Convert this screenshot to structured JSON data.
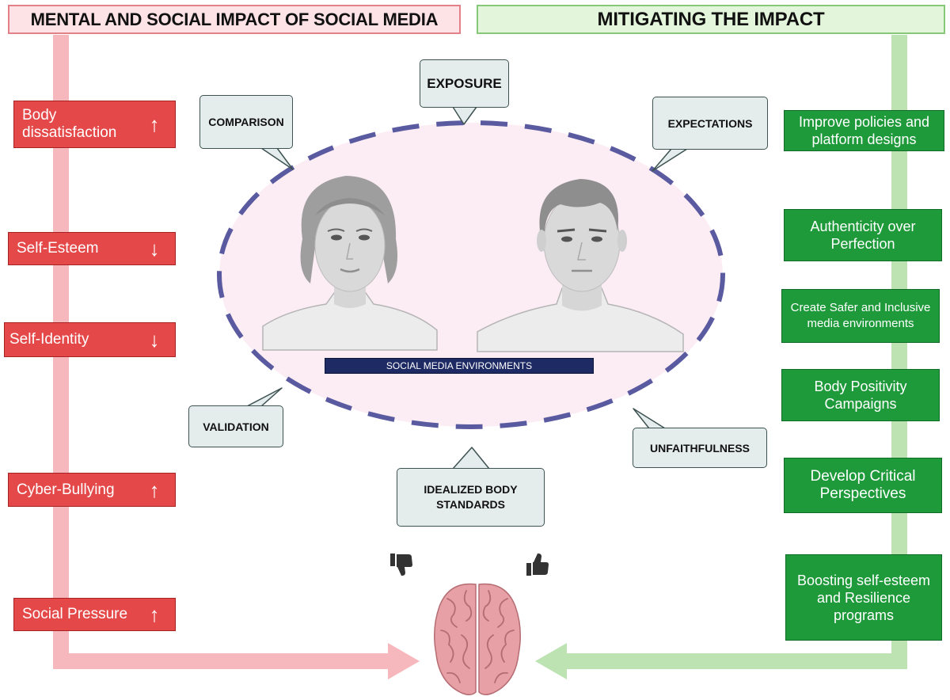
{
  "left_panel": {
    "header": "MENTAL AND SOCIAL IMPACT OF SOCIAL MEDIA",
    "items": [
      {
        "label": "Body dissatisfaction",
        "arrow": "↑",
        "direction": "up"
      },
      {
        "label": "Self-Esteem",
        "arrow": "↓",
        "direction": "down"
      },
      {
        "label": "Self-Identity",
        "arrow": "↓",
        "direction": "down"
      },
      {
        "label": "Cyber-Bullying",
        "arrow": "↑",
        "direction": "up"
      },
      {
        "label": "Social Pressure",
        "arrow": "↑",
        "direction": "up"
      }
    ]
  },
  "right_panel": {
    "header": "MITIGATING THE IMPACT",
    "items": [
      {
        "label": "Improve policies and platform designs"
      },
      {
        "label": "Authenticity over Perfection"
      },
      {
        "label": "Create Safer and Inclusive media environments"
      },
      {
        "label": "Body Positivity Campaigns"
      },
      {
        "label": "Develop Critical Perspectives"
      },
      {
        "label": "Boosting self-esteem and Resilience programs"
      }
    ]
  },
  "center": {
    "environment_label": "SOCIAL MEDIA ENVIRONMENTS",
    "callouts": {
      "exposure": "EXPOSURE",
      "comparison": "COMPARISON",
      "expectations": "EXPECTATIONS",
      "validation": "VALIDATION",
      "unfaithfulness": "UNFAITHFULNESS",
      "idealized": "IDEALIZED BODY STANDARDS"
    },
    "icons": [
      "thumbs-down-icon",
      "thumbs-up-icon",
      "brain-icon",
      "woman-face-icon",
      "man-face-icon"
    ]
  },
  "colors": {
    "negative_red": "#e44848",
    "positive_green": "#1e9a3a",
    "left_arrow": "#f6b8bc",
    "right_arrow": "#bde3b2",
    "ellipse_fill": "#fcecf4",
    "ellipse_dash": "#5a5aa0",
    "env_label": "#1d2a64"
  }
}
